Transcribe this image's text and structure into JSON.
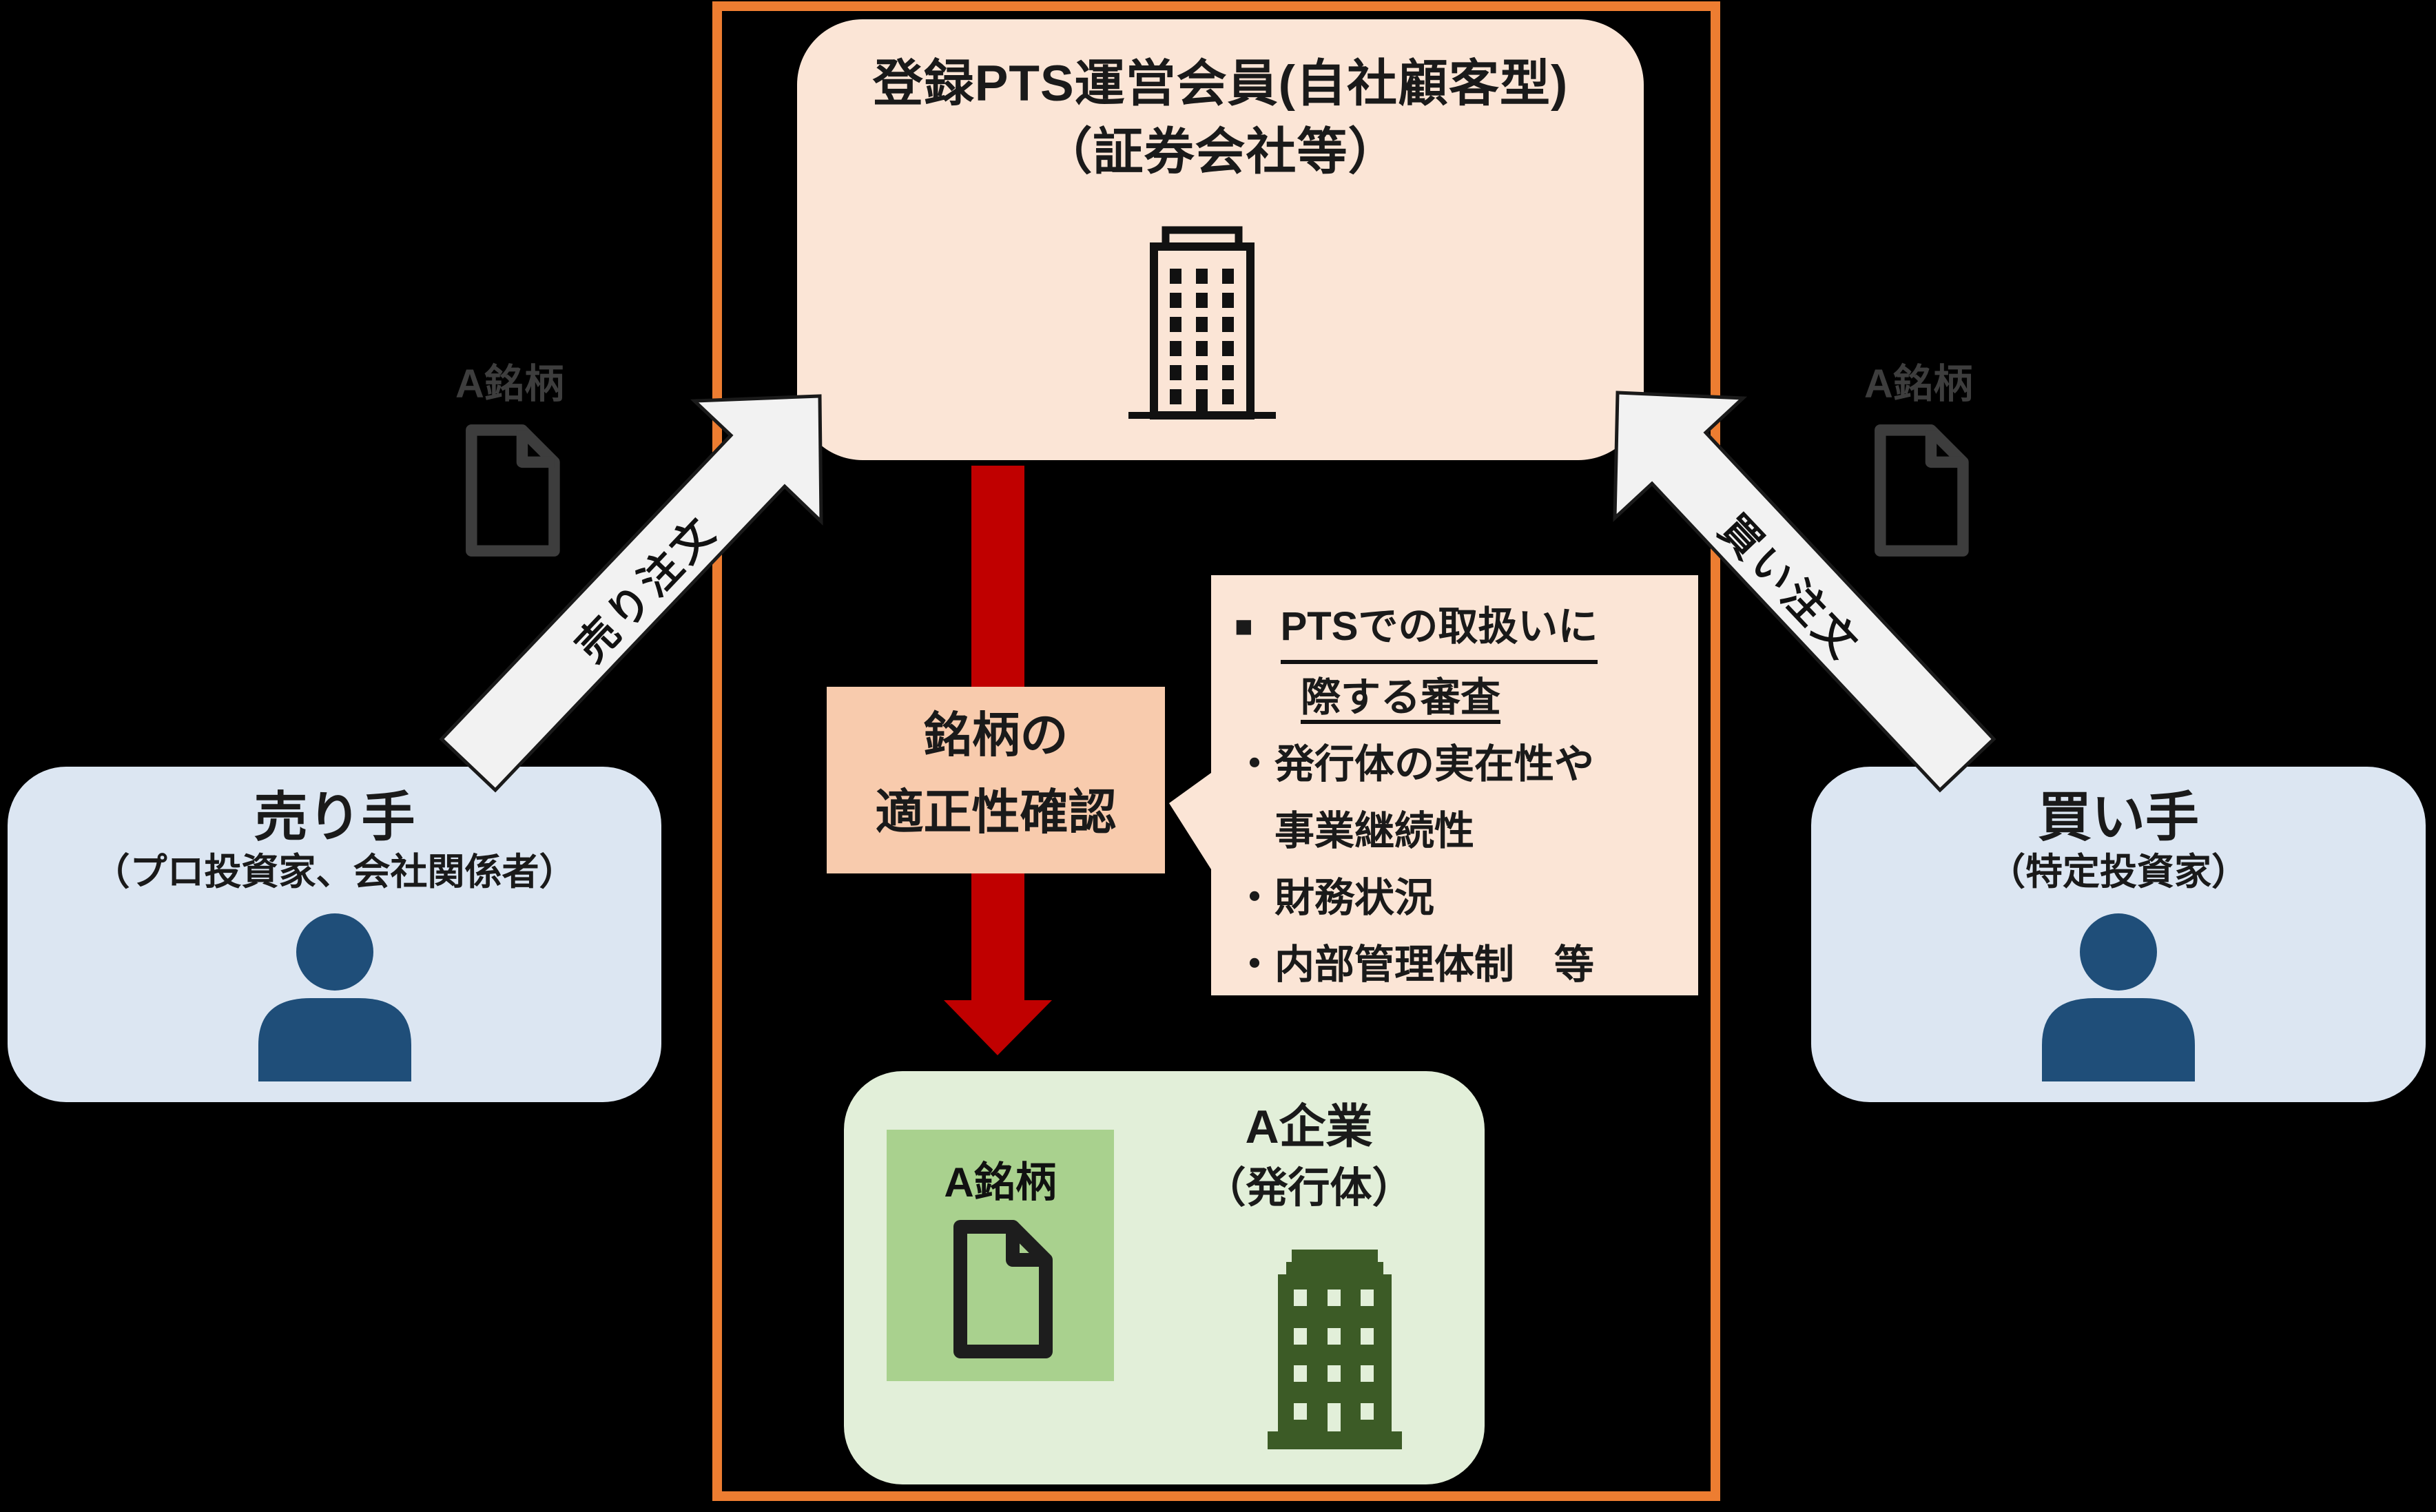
{
  "colors": {
    "background": "#000000",
    "frame_orange": "#ED7D31",
    "peach_light": "#FBE5D6",
    "peach_mid": "#F8CBAD",
    "blue_light": "#DCE6F2",
    "person_blue": "#1F4E79",
    "green_light": "#E2EFD9",
    "green_mid": "#A9D18E",
    "green_dark": "#3C5B26",
    "arrow_red": "#C00000",
    "arrow_white": "#F2F2F2"
  },
  "pts_box": {
    "title_line1": "登録PTS運営会員(自社顧客型)",
    "title_line2": "（証券会社等）"
  },
  "seller_box": {
    "title": "売り手",
    "subtitle": "（プロ投資家、会社関係者）"
  },
  "buyer_box": {
    "title": "買い手",
    "subtitle": "（特定投資家）"
  },
  "arrows": {
    "sell_label": "売り注文",
    "buy_label": "買い注文"
  },
  "documents": {
    "left_label": "A銘柄",
    "right_label": "A銘柄"
  },
  "check_label": {
    "line1": "銘柄の",
    "line2": "適正性確認"
  },
  "callout": {
    "marker": "■",
    "heading_line1": "PTSでの取扱いに",
    "heading_line2": "際する審査",
    "lines": [
      "・発行体の実在性や",
      "　事業継続性",
      "・財務状況",
      "・内部管理体制　等"
    ]
  },
  "issuer_box": {
    "security_label": "A銘柄",
    "company_line1": "A企業",
    "company_line2": "（発行体）"
  }
}
